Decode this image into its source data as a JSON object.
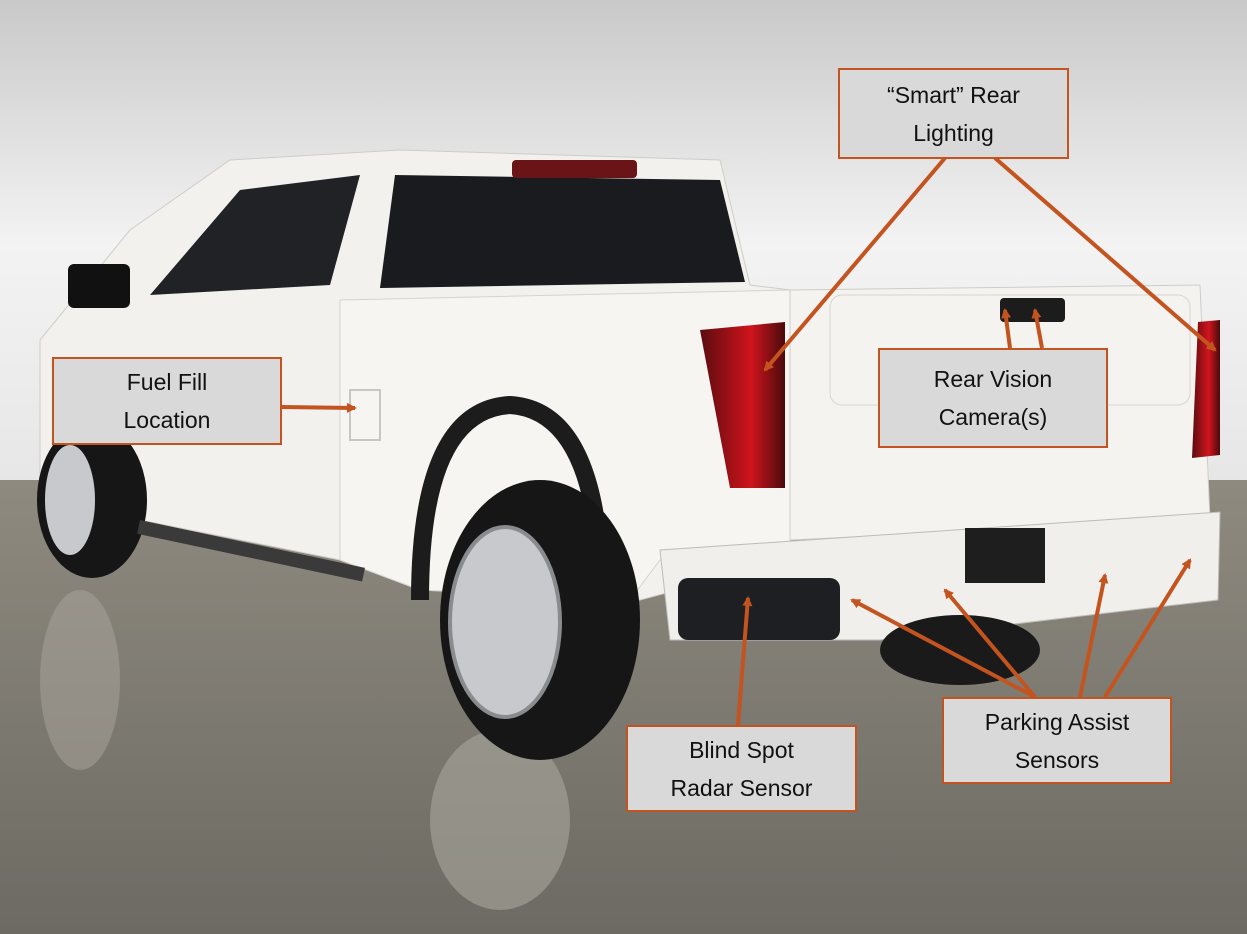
{
  "colors": {
    "accent": "#c4541f",
    "label_fill": "#d9d9d9",
    "truck": "#f2f1ee"
  },
  "labels": {
    "rear_lighting": {
      "line1": "“Smart” Rear",
      "line2": "Lighting"
    },
    "fuel_fill": {
      "line1": "Fuel Fill",
      "line2": "Location"
    },
    "rear_camera": {
      "line1": "Rear Vision",
      "line2": "Camera(s)"
    },
    "blind_spot": {
      "line1": "Blind Spot",
      "line2": "Radar Sensor"
    },
    "parking_assist": {
      "line1": "Parking Assist",
      "line2": "Sensors"
    }
  }
}
